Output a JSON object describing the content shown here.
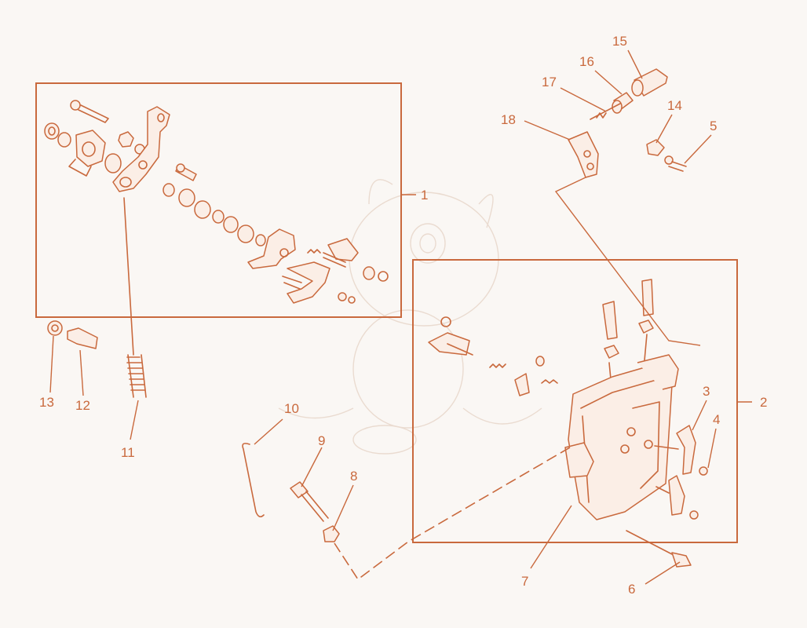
{
  "colors": {
    "ink": "#c9693d",
    "background": "#faf7f4",
    "watermark": "#eadbd0"
  },
  "callouts": [
    "1",
    "2",
    "3",
    "4",
    "5",
    "6",
    "7",
    "8",
    "9",
    "10",
    "11",
    "12",
    "13",
    "14",
    "15",
    "16",
    "17",
    "18"
  ]
}
